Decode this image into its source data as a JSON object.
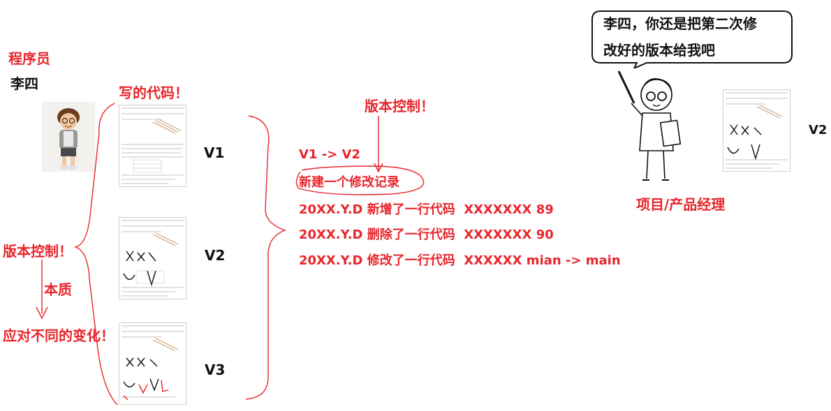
{
  "left": {
    "role": "程序员",
    "name": "李四",
    "code_label": "写的代码！",
    "vc_label": "版本控制！",
    "essence": "本质",
    "essence_desc": "应对不同的变化！"
  },
  "versions": [
    "V1",
    "V2",
    "V3"
  ],
  "middle": {
    "vc_title": "版本控制！",
    "transition": "V1 -> V2",
    "new_record": "新建一个修改记录",
    "records": [
      "20XX.Y.D 新增了一行代码  XXXXXXX 89",
      "20XX.Y.D 删除了一行代码  XXXXXXX 90",
      "20XX.Y.D 修改了一行代码  XXXXXX mian -> main"
    ]
  },
  "right": {
    "speech_line1": "李四，你还是把第二次修",
    "speech_line2": "改好的版本给我吧",
    "manager_label": "项目/产品经理",
    "doc_version": "V2"
  },
  "colors": {
    "accent": "#e8252c",
    "text": "#111111"
  }
}
